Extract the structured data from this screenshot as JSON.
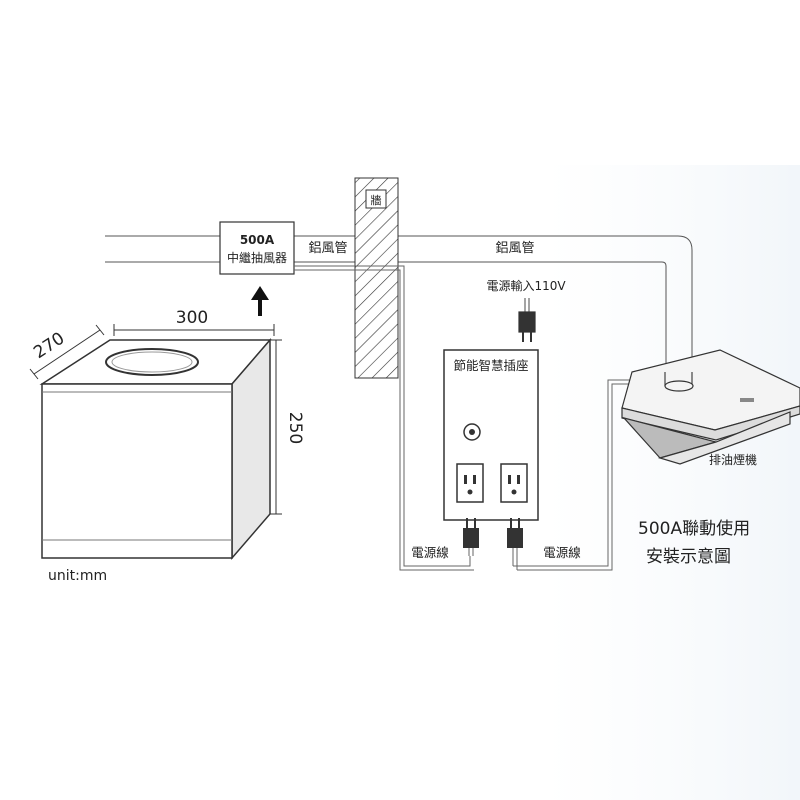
{
  "relay_fan": {
    "model": "500A",
    "name": "中繼抽風器"
  },
  "duct_left_label": "鋁風管",
  "duct_right_label": "鋁風管",
  "wall_label": "牆",
  "power_input_label": "電源輸入110V",
  "smart_socket_label": "節能智慧插座",
  "power_cord_left_label": "電源線",
  "power_cord_right_label": "電源線",
  "range_hood_label": "排油煙機",
  "dimensions": {
    "width": "300",
    "depth": "270",
    "height": "250"
  },
  "unit_label": "unit:mm",
  "caption": {
    "line1": "500A聯動使用",
    "line2": "安裝示意圖"
  }
}
